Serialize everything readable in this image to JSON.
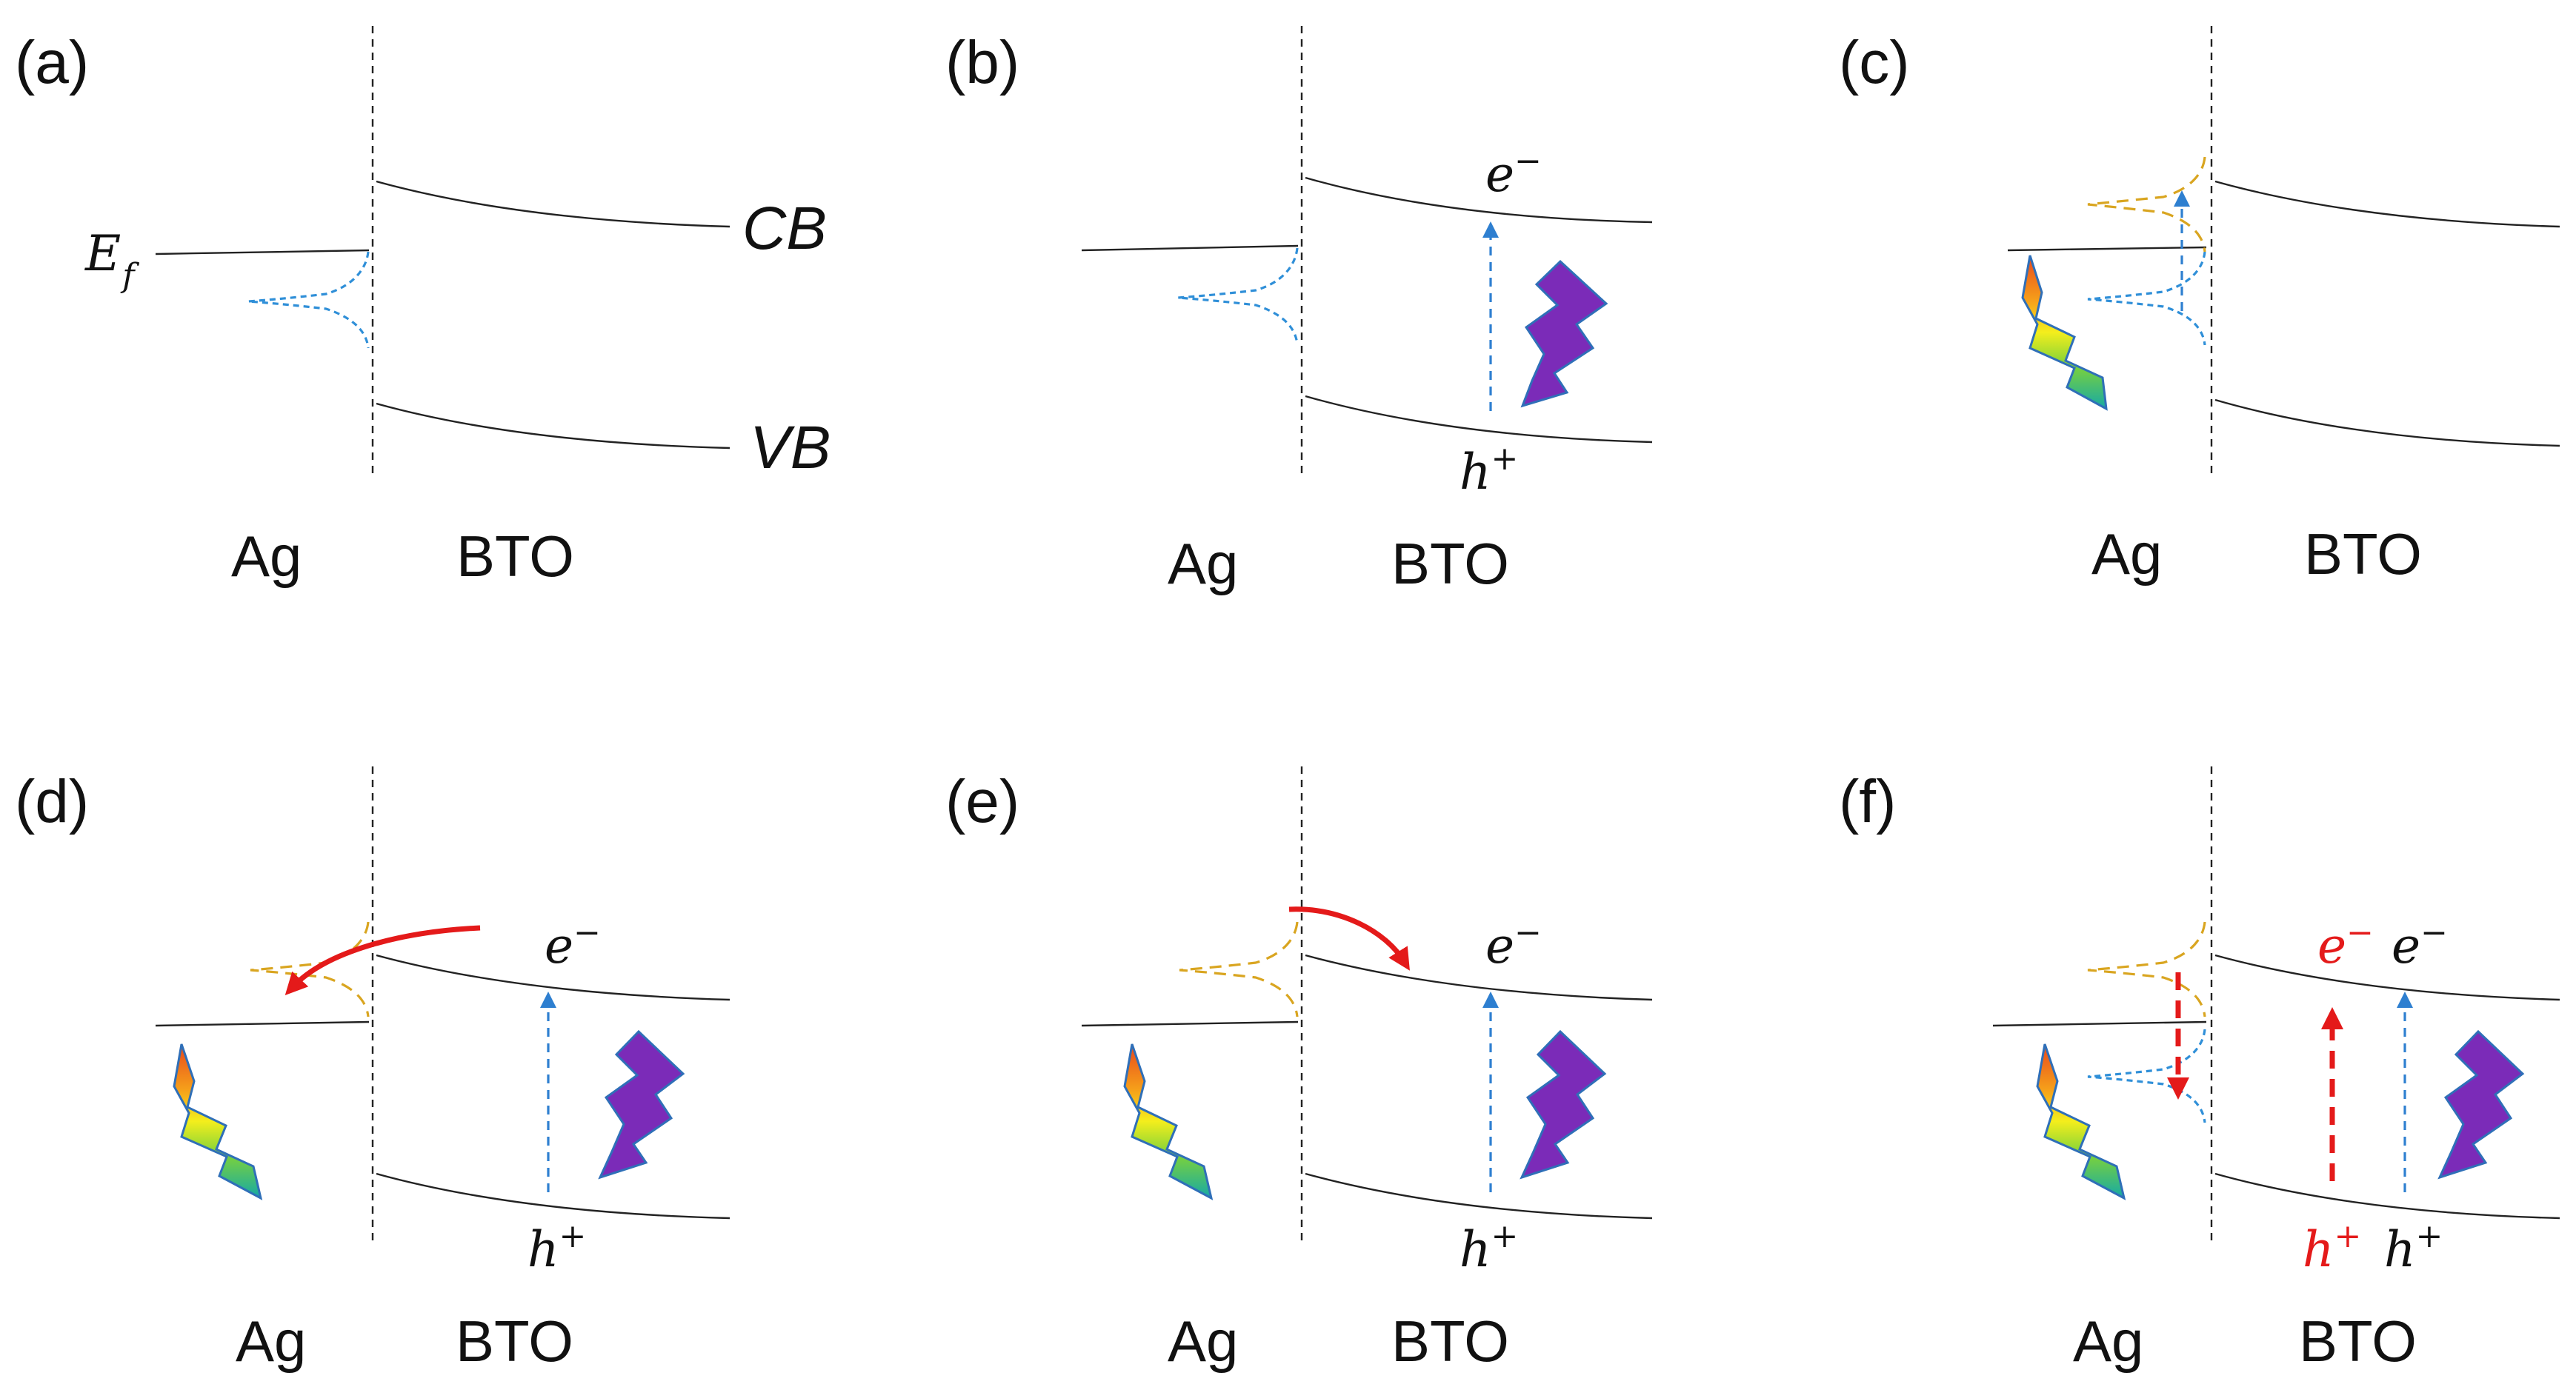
{
  "figure": {
    "panels": [
      {
        "label": "(a)",
        "metal": "Ag",
        "semiconductor": "BTO",
        "ef_label": "E",
        "ef_sub": "f",
        "cb_label": "CB",
        "vb_label": "VB"
      },
      {
        "label": "(b)",
        "metal": "Ag",
        "semiconductor": "BTO",
        "electron": "e",
        "electron_sup": "−",
        "hole": "h",
        "hole_sup": "+"
      },
      {
        "label": "(c)",
        "metal": "Ag",
        "semiconductor": "BTO"
      },
      {
        "label": "(d)",
        "metal": "Ag",
        "semiconductor": "BTO",
        "electron": "e",
        "electron_sup": "−",
        "hole": "h",
        "hole_sup": "+"
      },
      {
        "label": "(e)",
        "metal": "Ag",
        "semiconductor": "BTO",
        "electron": "e",
        "electron_sup": "−",
        "hole": "h",
        "hole_sup": "+"
      },
      {
        "label": "(f)",
        "metal": "Ag",
        "semiconductor": "BTO",
        "electron": "e",
        "electron_sup": "−",
        "hole": "h",
        "hole_sup": "+",
        "electron_red": "e",
        "electron_red_sup": "−",
        "hole_red": "h",
        "hole_red_sup": "+"
      }
    ],
    "colors": {
      "band_line": "#222222",
      "dos_ground": "#2f8fd8",
      "dos_hot": "#d9a520",
      "transition_arrow": "#2e7fd0",
      "hot_carrier": "#e41a1a",
      "uv_bolt": "#7b2bb8",
      "visible_bolt": "rainbow"
    },
    "icons": [
      "uv-lightning-icon",
      "visible-lightning-icon"
    ]
  }
}
